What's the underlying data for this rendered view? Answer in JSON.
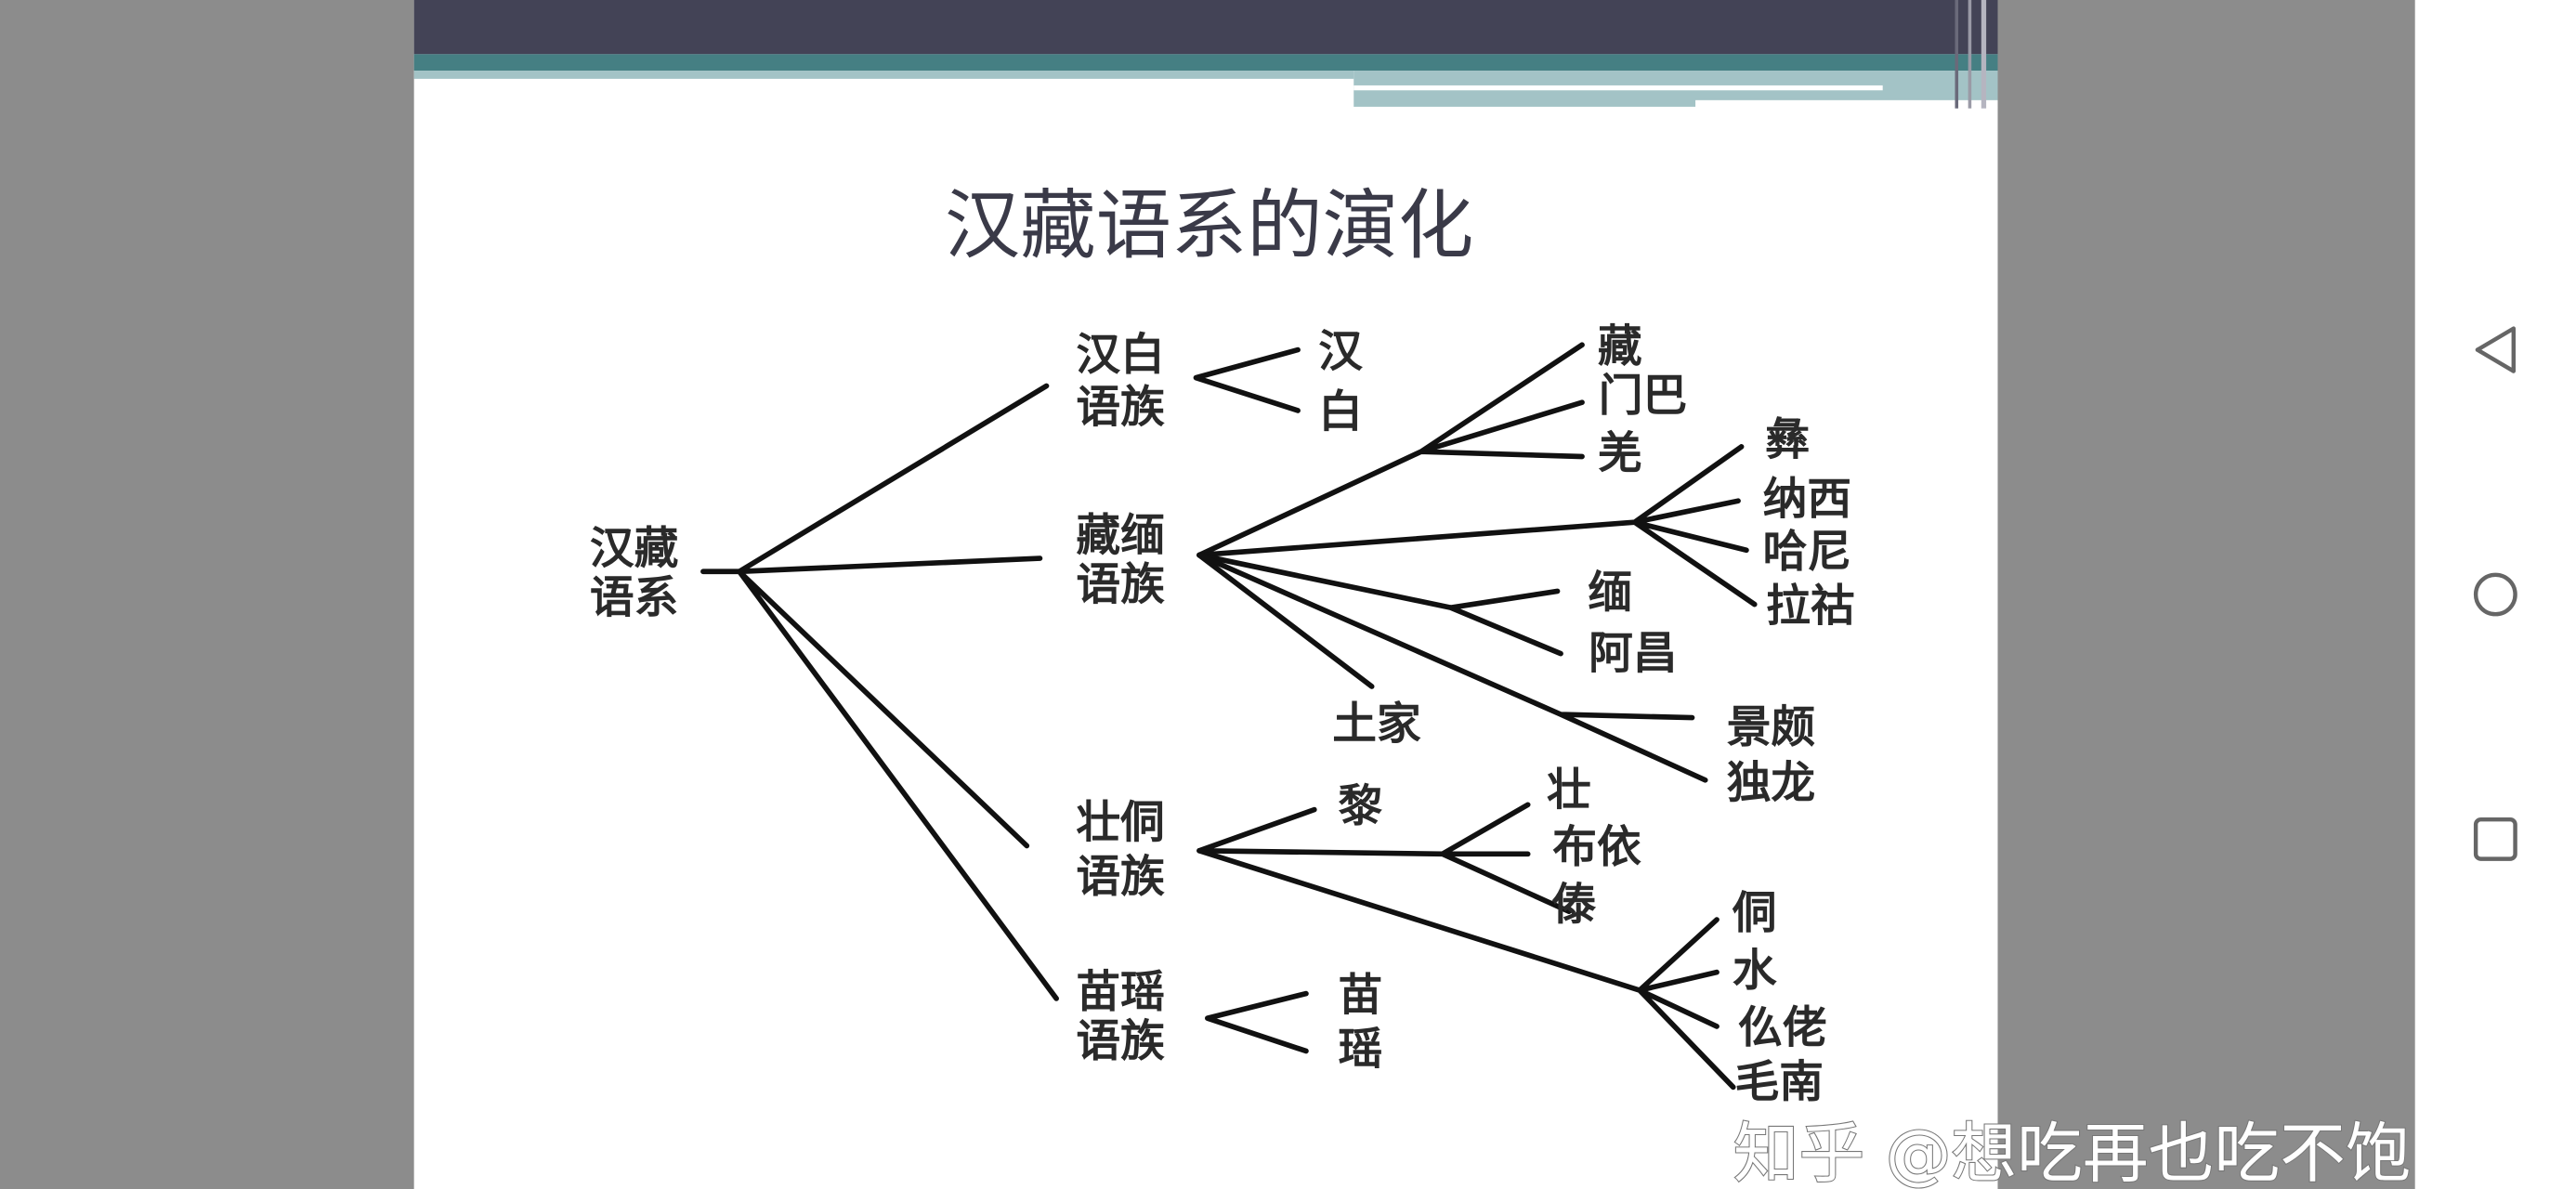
{
  "slide": {
    "title": "汉藏语系的演化",
    "root": [
      "汉藏",
      "语系"
    ],
    "families": {
      "hanbai": {
        "label": [
          "汉白",
          "语族"
        ],
        "children": [
          "汉",
          "白"
        ]
      },
      "zangmian": {
        "label": [
          "藏缅",
          "语族"
        ],
        "group_tibetan": [
          "藏",
          "门巴",
          "羌"
        ],
        "group_yi": [
          "彝",
          "纳西",
          "哈尼",
          "拉祜"
        ],
        "group_burmese": [
          "缅",
          "阿昌"
        ],
        "tujia": "土家",
        "group_jingpo": [
          "景颇",
          "独龙"
        ]
      },
      "zhuangdong": {
        "label": [
          "壮侗",
          "语族"
        ],
        "li": "黎",
        "group_zhuang": [
          "壮",
          "布依",
          "傣"
        ],
        "group_dong": [
          "侗",
          "水",
          "仫佬",
          "毛南"
        ]
      },
      "miaoyao": {
        "label": [
          "苗瑶",
          "语族"
        ],
        "children": [
          "苗",
          "瑶"
        ]
      }
    }
  },
  "watermark": "知乎 @想吃再也吃不饱",
  "navbar": {
    "icons": [
      "back-triangle-icon",
      "home-circle-icon",
      "recents-square-icon"
    ]
  },
  "colors": {
    "header_dark": "#434356",
    "header_teal": "#457f83",
    "header_light": "#a3c3c6",
    "side_gray": "#8c8c8c"
  }
}
